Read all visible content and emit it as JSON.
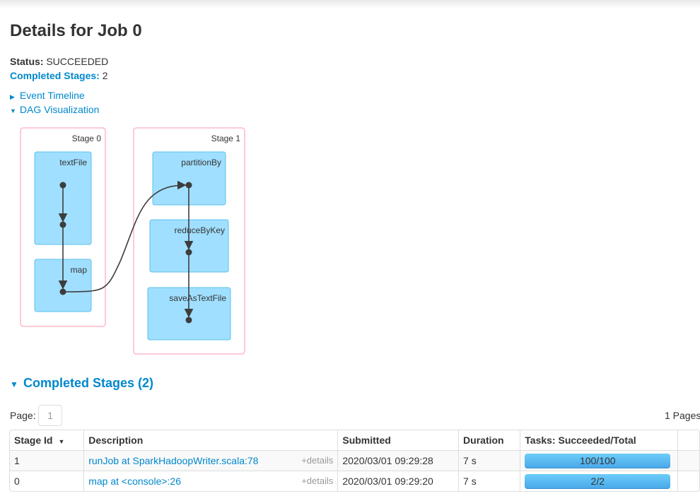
{
  "page": {
    "title": "Details for Job 0"
  },
  "summary": {
    "status_label": "Status:",
    "status_value": "SUCCEEDED",
    "completed_label": "Completed Stages:",
    "completed_value": "2"
  },
  "toggles": {
    "event_timeline": {
      "label": "Event Timeline",
      "arrow": "▶"
    },
    "dag_visualization": {
      "label": "DAG Visualization",
      "arrow": "▼"
    }
  },
  "dag": {
    "stages": [
      {
        "label": "Stage 0",
        "operations": [
          "textFile",
          "map"
        ]
      },
      {
        "label": "Stage 1",
        "operations": [
          "partitionBy",
          "reduceByKey",
          "saveAsTextFile"
        ]
      }
    ],
    "colors": {
      "stage_border": "#ffb8c8",
      "node_fill": "#a0dfff",
      "node_border": "#5bc0eb",
      "edge": "#3d3d3d"
    }
  },
  "completed_section": {
    "title": "Completed Stages (2)",
    "arrow": "▼"
  },
  "pagination": {
    "label": "Page:",
    "current_page": "1",
    "total_pages": "1 Pages"
  },
  "table": {
    "columns": [
      "Stage Id",
      "Description",
      "Submitted",
      "Duration",
      "Tasks: Succeeded/Total"
    ],
    "sort_indicator": "▼",
    "rows": [
      {
        "stage_id": "1",
        "description": "runJob at SparkHadoopWriter.scala:78",
        "details": "+details",
        "submitted": "2020/03/01 09:29:28",
        "duration": "7 s",
        "tasks": "100/100"
      },
      {
        "stage_id": "0",
        "description": "map at <console>:26",
        "details": "+details",
        "submitted": "2020/03/01 09:29:20",
        "duration": "7 s",
        "tasks": "2/2"
      }
    ]
  }
}
